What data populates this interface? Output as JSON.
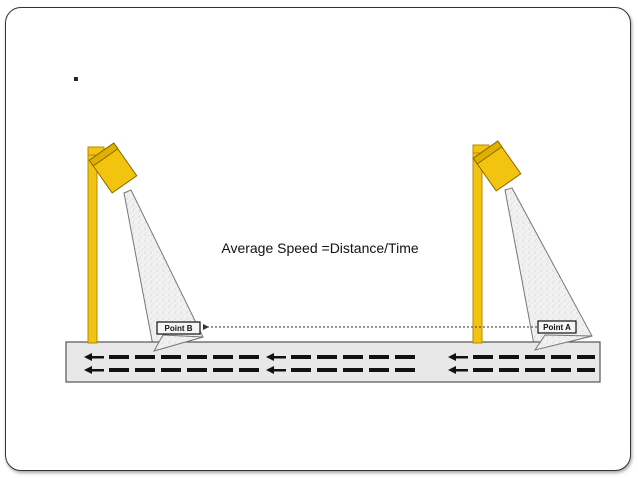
{
  "slide": {
    "bullet": "▪"
  },
  "diagram": {
    "formula": "Average Speed =Distance/Time",
    "point_b_label": "Point B",
    "point_a_label": "Point A"
  },
  "colors": {
    "pole": "#F2C30F",
    "pole_edge": "#B88A00",
    "road": "#E8E8E8",
    "road_edge": "#555555",
    "lane_marking": "#111111",
    "beam": "#EDEDED"
  },
  "icons": {
    "camera_left": "speed-camera-icon",
    "camera_right": "speed-camera-icon",
    "traffic_arrow": "arrow-left-icon"
  }
}
